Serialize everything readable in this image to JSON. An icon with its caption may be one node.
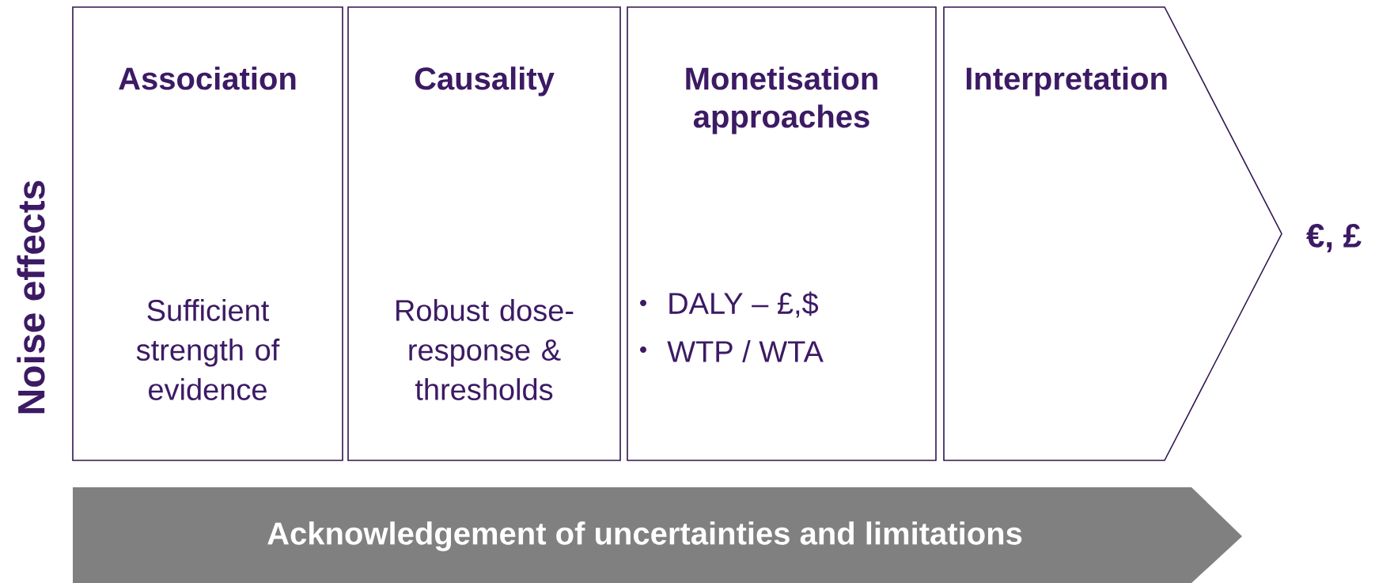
{
  "diagram": {
    "nodes": [
      {
        "text": [
          "Association",
          "Sufficient strength of evidence"
        ]
      },
      {
        "text": [
          "Causality",
          "Robust dose-response & thresholds"
        ]
      },
      {
        "text": [
          "Monetisation approaches",
          "DALY –  £,$",
          "WTP / WTA"
        ]
      },
      {
        "text": [
          "Interpretation"
        ]
      },
      {
        "text": [
          "Acknowledgement of uncertainties and limitations"
        ]
      }
    ],
    "labels": [
      "Noise effects",
      "€, £"
    ]
  }
}
